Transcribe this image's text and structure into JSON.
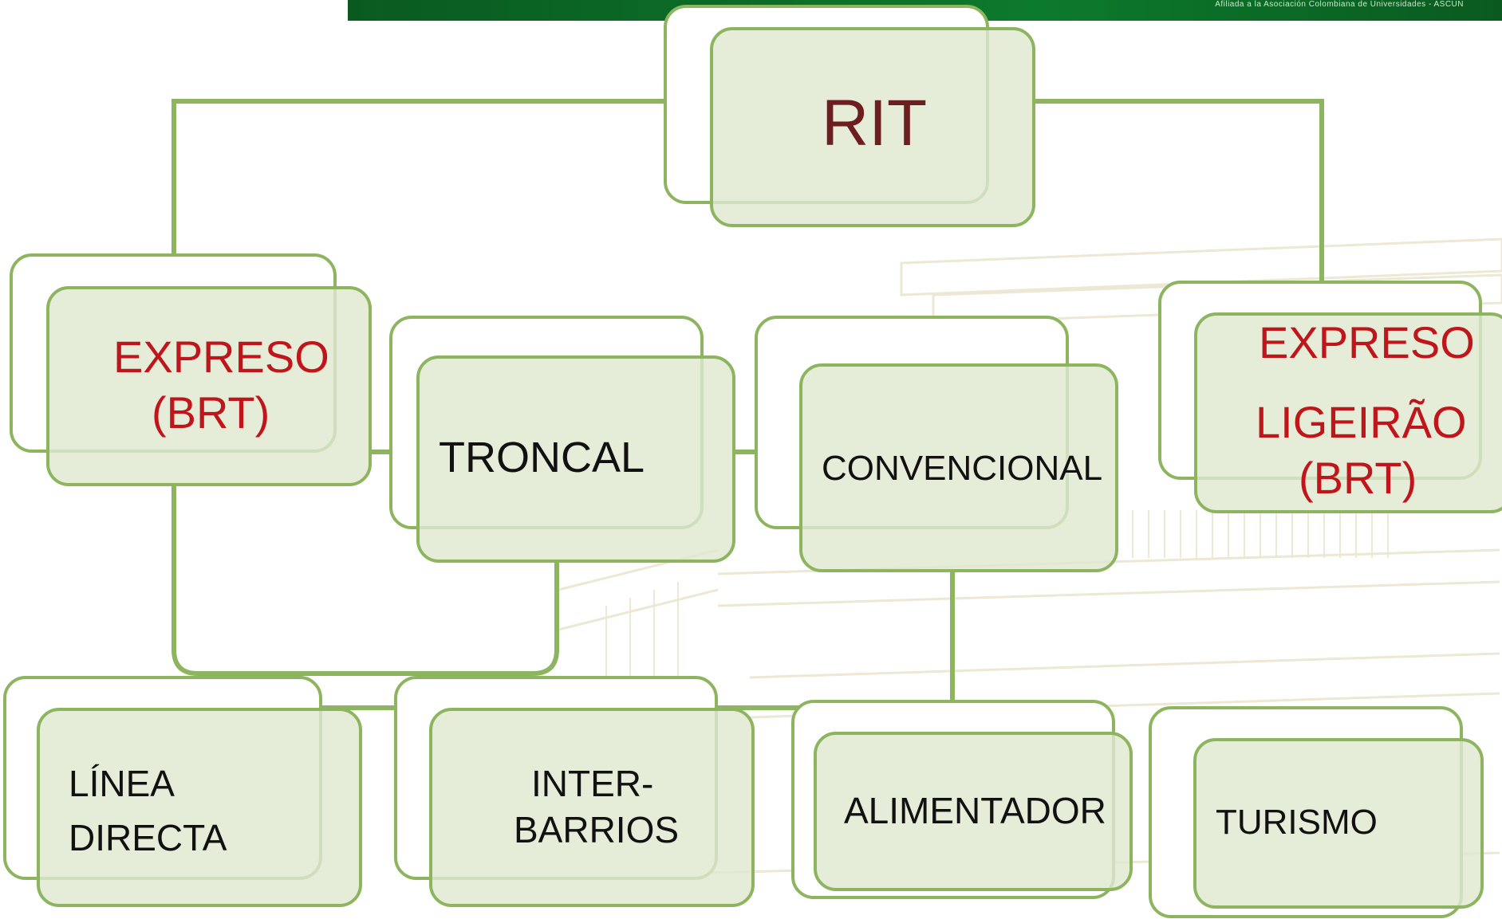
{
  "header": {
    "tagline": "Afiliada a la Asociación Colombiana de Universidades - ASCUN"
  },
  "colors": {
    "header": "#0c7a2c",
    "box_border": "#8db560",
    "box_fill": "#dfe8cf",
    "root_text": "#6d1e1e",
    "brt_text": "#c0151a",
    "normal_text": "#111111"
  },
  "diagram": {
    "root": {
      "label": "RIT"
    },
    "expreso_brt": {
      "line1": "EXPRESO",
      "line2": "(BRT)"
    },
    "troncal": {
      "label": "TRONCAL"
    },
    "convencional": {
      "label": "CONVENCIONAL"
    },
    "expreso_ligeirao": {
      "line1": "EXPRESO",
      "line2": "LIGEIRÃO",
      "line3": "(BRT)"
    },
    "linea_directa": {
      "line1": "LÍNEA",
      "line2": "DIRECTA"
    },
    "inter_barrios": {
      "line1": "INTER-",
      "line2": "BARRIOS"
    },
    "alimentador": {
      "label": "ALIMENTADOR"
    },
    "turismo": {
      "label": "TURISMO"
    }
  }
}
